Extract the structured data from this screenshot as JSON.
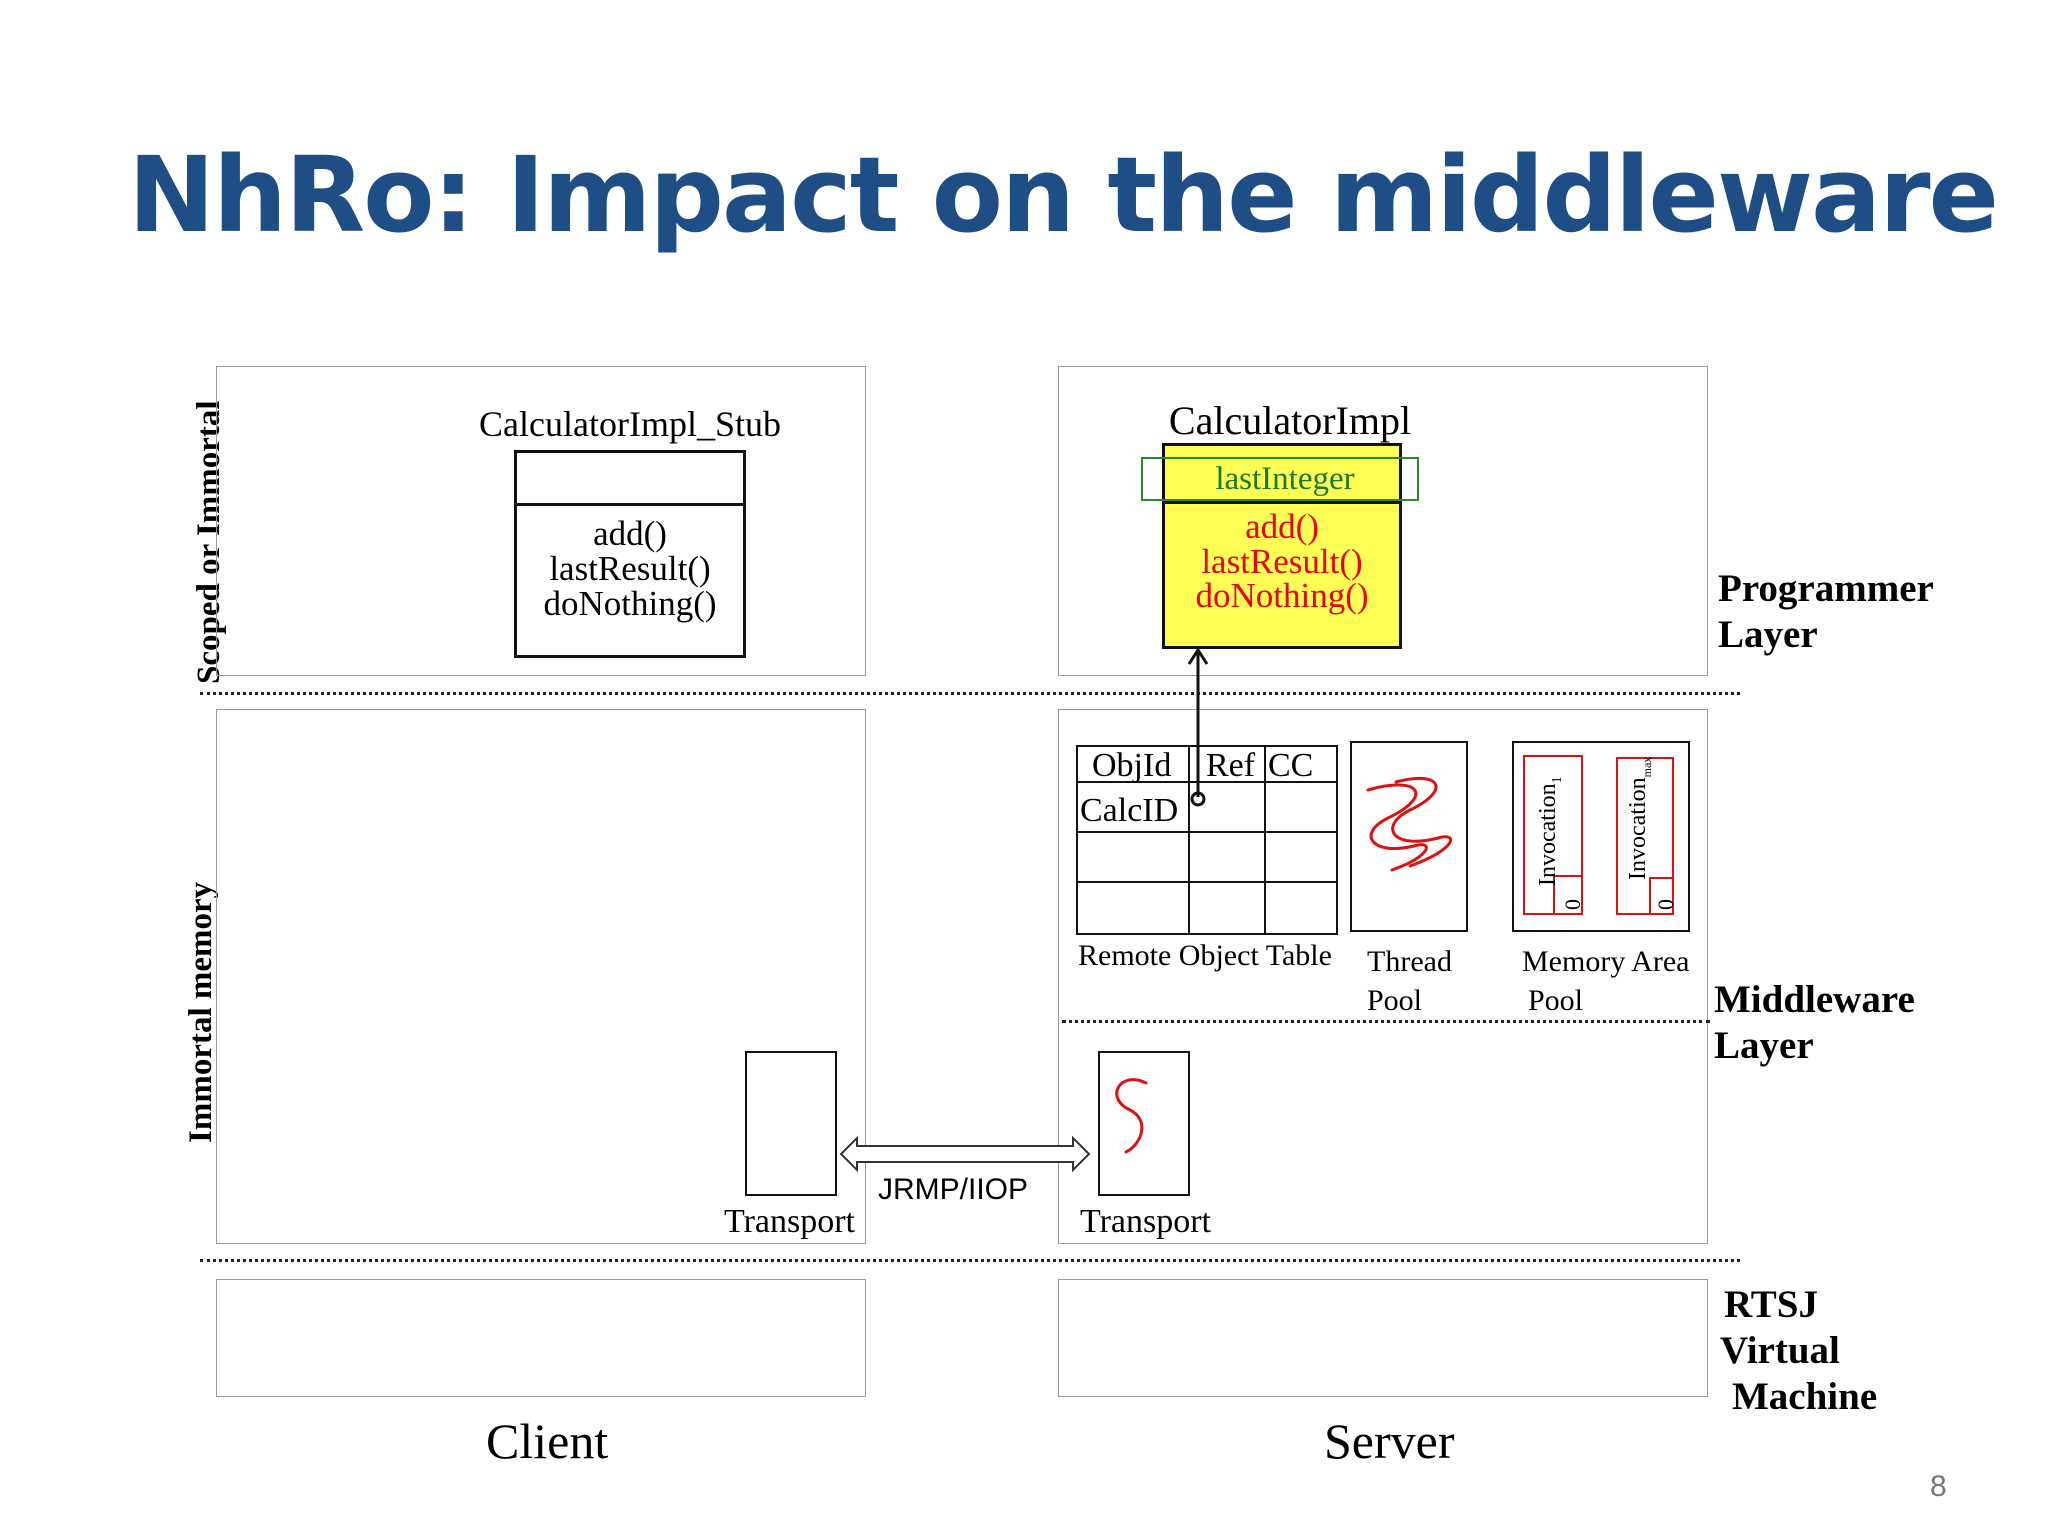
{
  "slide": {
    "title": "NhRo: Impact on the middleware",
    "page_number": "8"
  },
  "side_labels": {
    "scoped_or_immortal": "Scoped  or Immortal",
    "immortal_memory": "Immortal memory"
  },
  "layers": {
    "programmer": [
      "Programmer",
      "Layer"
    ],
    "middleware": [
      "Middleware",
      "Layer"
    ],
    "rtsj": [
      "RTSJ",
      "Virtual",
      "Machine"
    ]
  },
  "client": {
    "label": "Client",
    "stub": {
      "name": "CalculatorImpl_Stub",
      "methods": [
        "add()",
        "lastResult()",
        "doNothing()"
      ]
    },
    "transport_label": "Transport"
  },
  "server": {
    "label": "Server",
    "impl": {
      "name": "CalculatorImpl",
      "field": "lastInteger",
      "methods": [
        "add()",
        "lastResult()",
        "doNothing()"
      ]
    },
    "remote_object_table": {
      "label": "Remote Object Table",
      "headers": [
        "ObjId",
        "Ref",
        "CC"
      ],
      "first_cell": "CalcID"
    },
    "thread_pool_label": [
      "Thread",
      "Pool"
    ],
    "memory_area_pool": {
      "label": [
        "Memory Area",
        "Pool"
      ],
      "areas": [
        {
          "label": "Invocation",
          "subscript": "1",
          "value": "0"
        },
        {
          "label": "Invocation",
          "subscript": "max",
          "value": "0"
        }
      ]
    },
    "transport_label": "Transport"
  },
  "protocol_label": "JRMP/IIOP",
  "colors": {
    "title": "#1f4e87",
    "highlight_fill": "#ffff55",
    "method_text": "#ee0000",
    "field_text": "#1a7a1a",
    "field_box": "#2a8a2a",
    "scribble": "#dd1111"
  }
}
